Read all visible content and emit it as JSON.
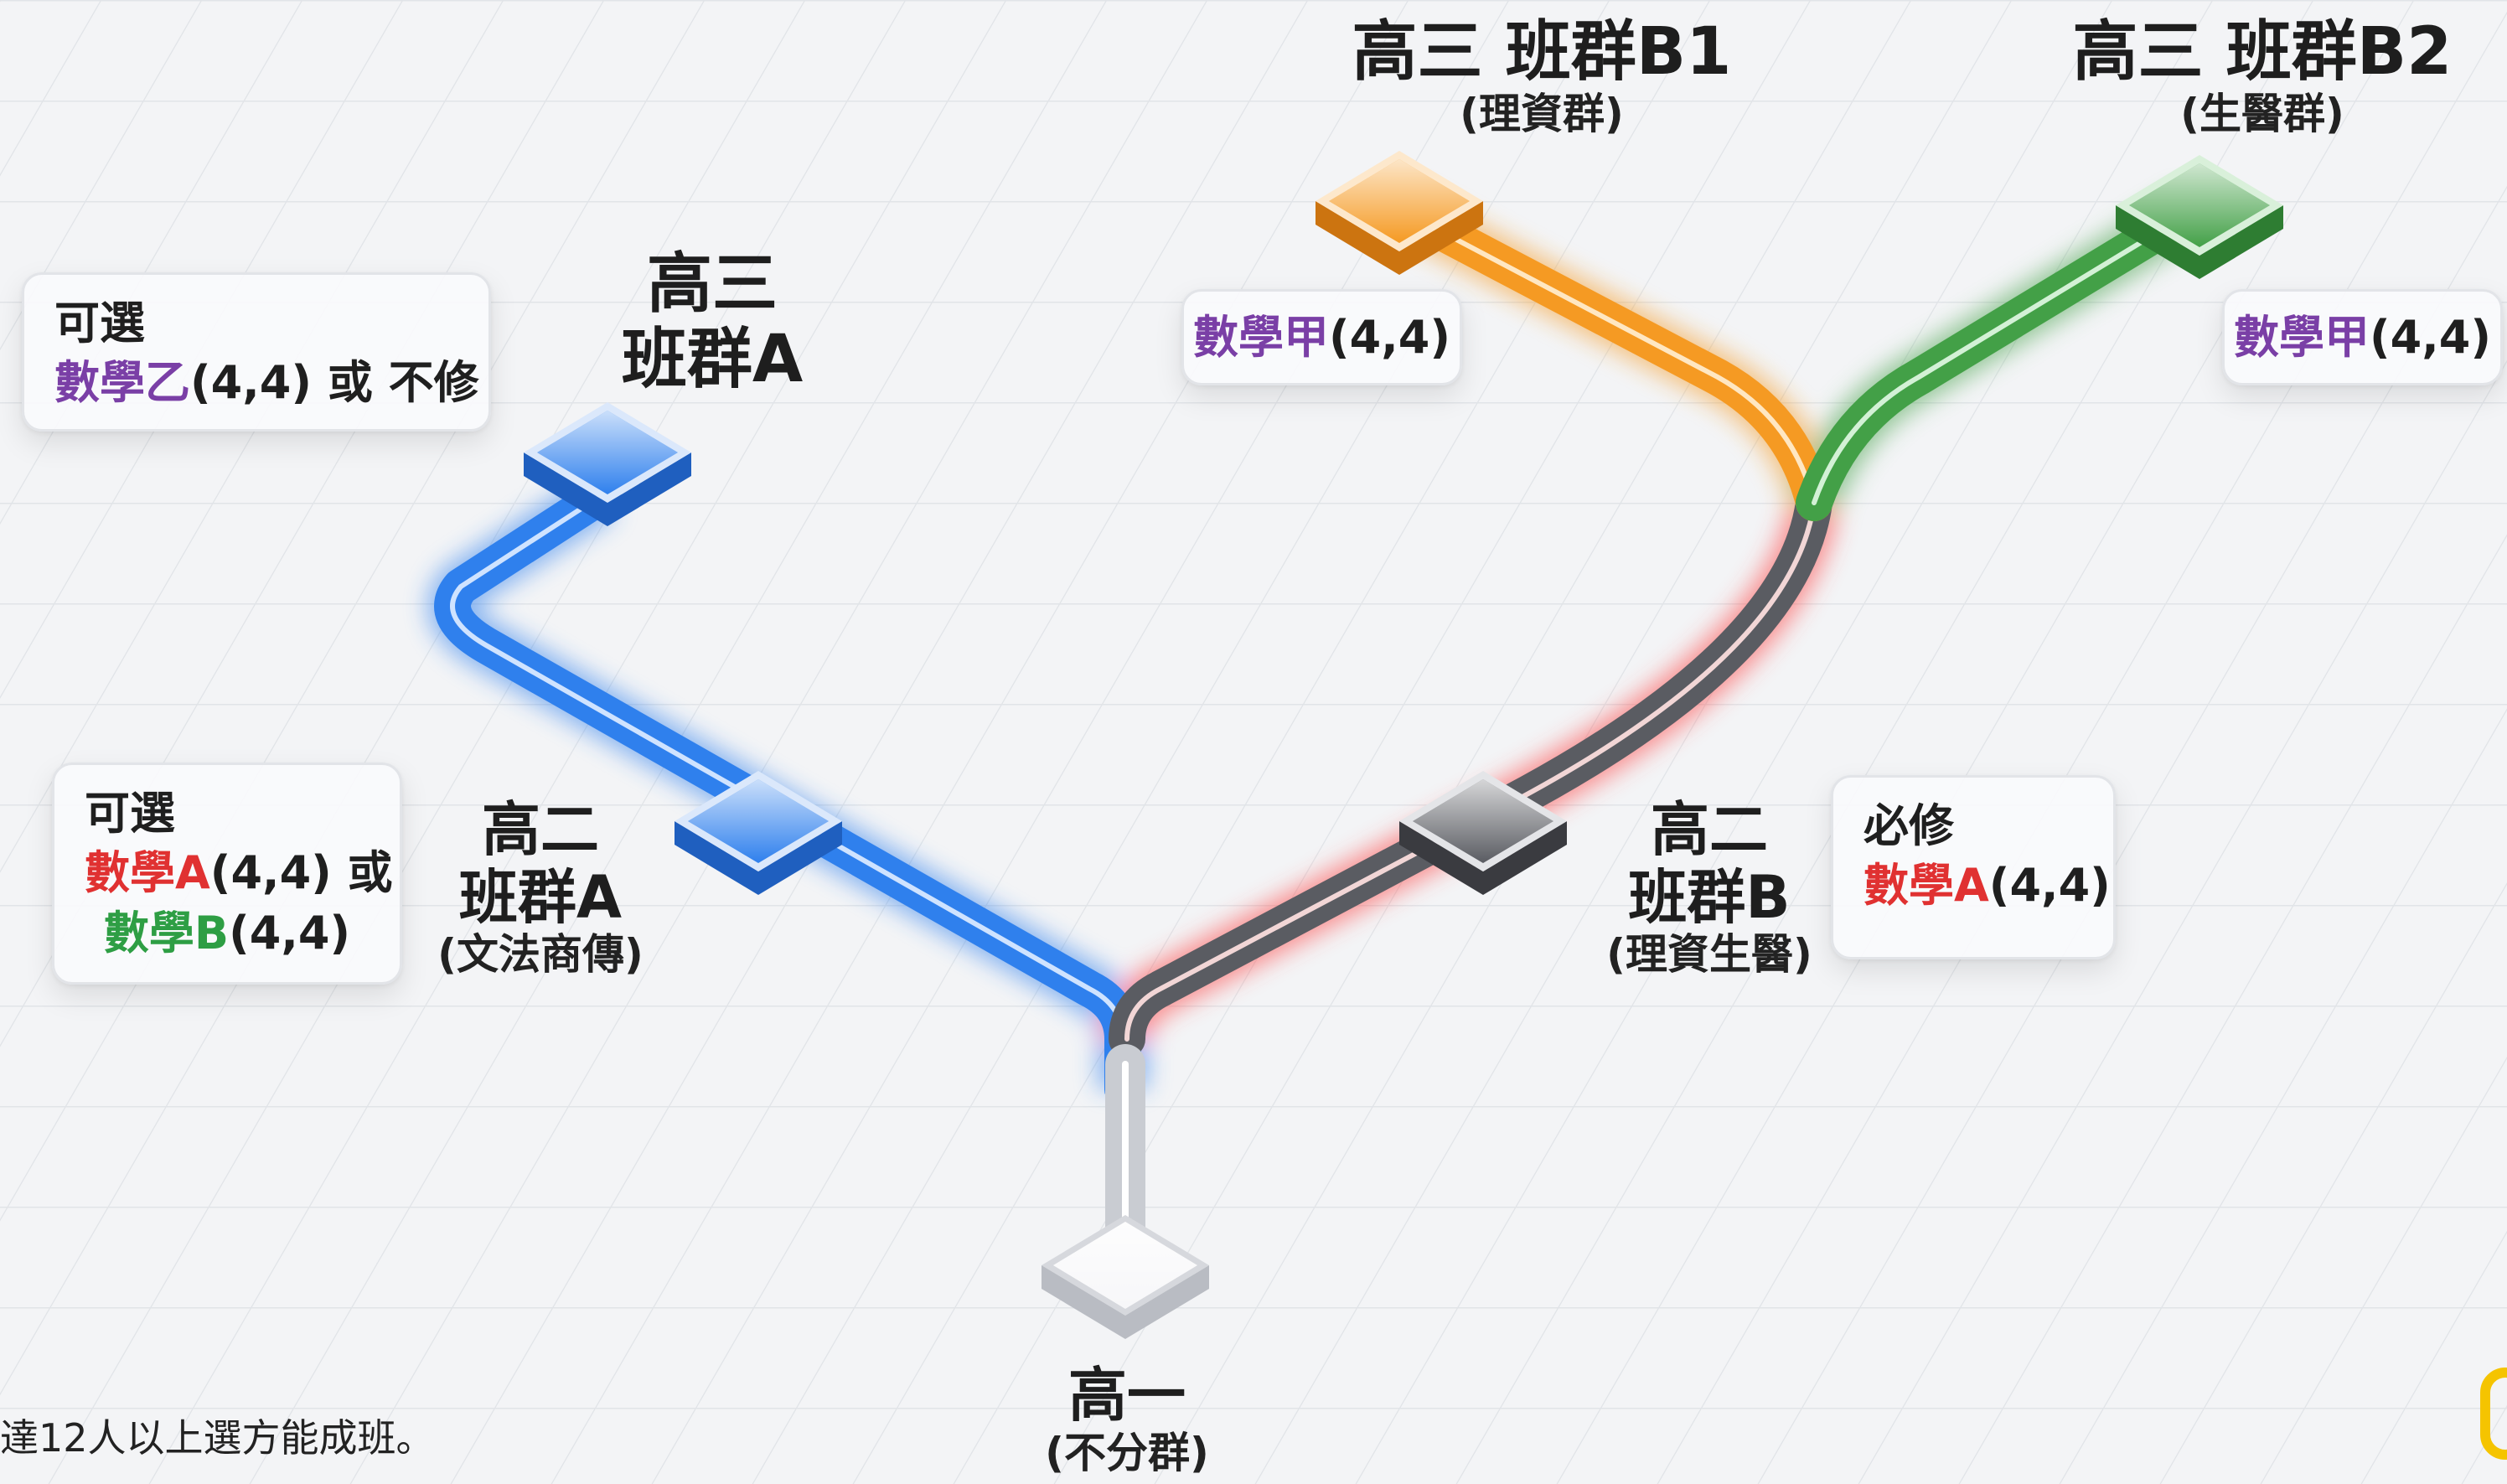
{
  "nodes": {
    "g10": {
      "title": "高一",
      "sub": "(不分群)"
    },
    "g11a": {
      "title_line1": "高二",
      "title_line2": "班群A",
      "sub": "(文法商傳)"
    },
    "g11b": {
      "title_line1": "高二",
      "title_line2": "班群B",
      "sub": "(理資生醫)"
    },
    "g12a": {
      "title_line1": "高三",
      "title_line2": "班群A"
    },
    "g12b1": {
      "title": "高三 班群B1",
      "sub": "(理資群)"
    },
    "g12b2": {
      "title": "高三 班群B2",
      "sub": "(生醫群)"
    }
  },
  "cards": {
    "g12a": {
      "line1": "可選",
      "subject": "數學乙",
      "credits": "(4,4)",
      "connector": " 或 不修"
    },
    "g11a": {
      "line1": "可選",
      "subject1": "數學A",
      "credits1": "(4,4)",
      "connector": " 或",
      "subject2": "數學B",
      "credits2": "(4,4)"
    },
    "g11b": {
      "line1": "必修",
      "subject": "數學A",
      "credits": "(4,4)"
    },
    "g12b1": {
      "subject": "數學甲",
      "credits": "(4,4)"
    },
    "g12b2": {
      "subject": "數學甲",
      "credits": "(4,4)"
    }
  },
  "footnote": "達12人以上選方能成班。",
  "colors": {
    "blue": "#2f80ed",
    "orange": "#f59a23",
    "green": "#43a047",
    "dark": "#5a5c62",
    "red_glow": "#ff3b3b",
    "white_node": "#f7f7f9",
    "subject_purple": "#7a3fa6",
    "subject_red": "#e03131",
    "subject_green": "#2e9e44"
  }
}
